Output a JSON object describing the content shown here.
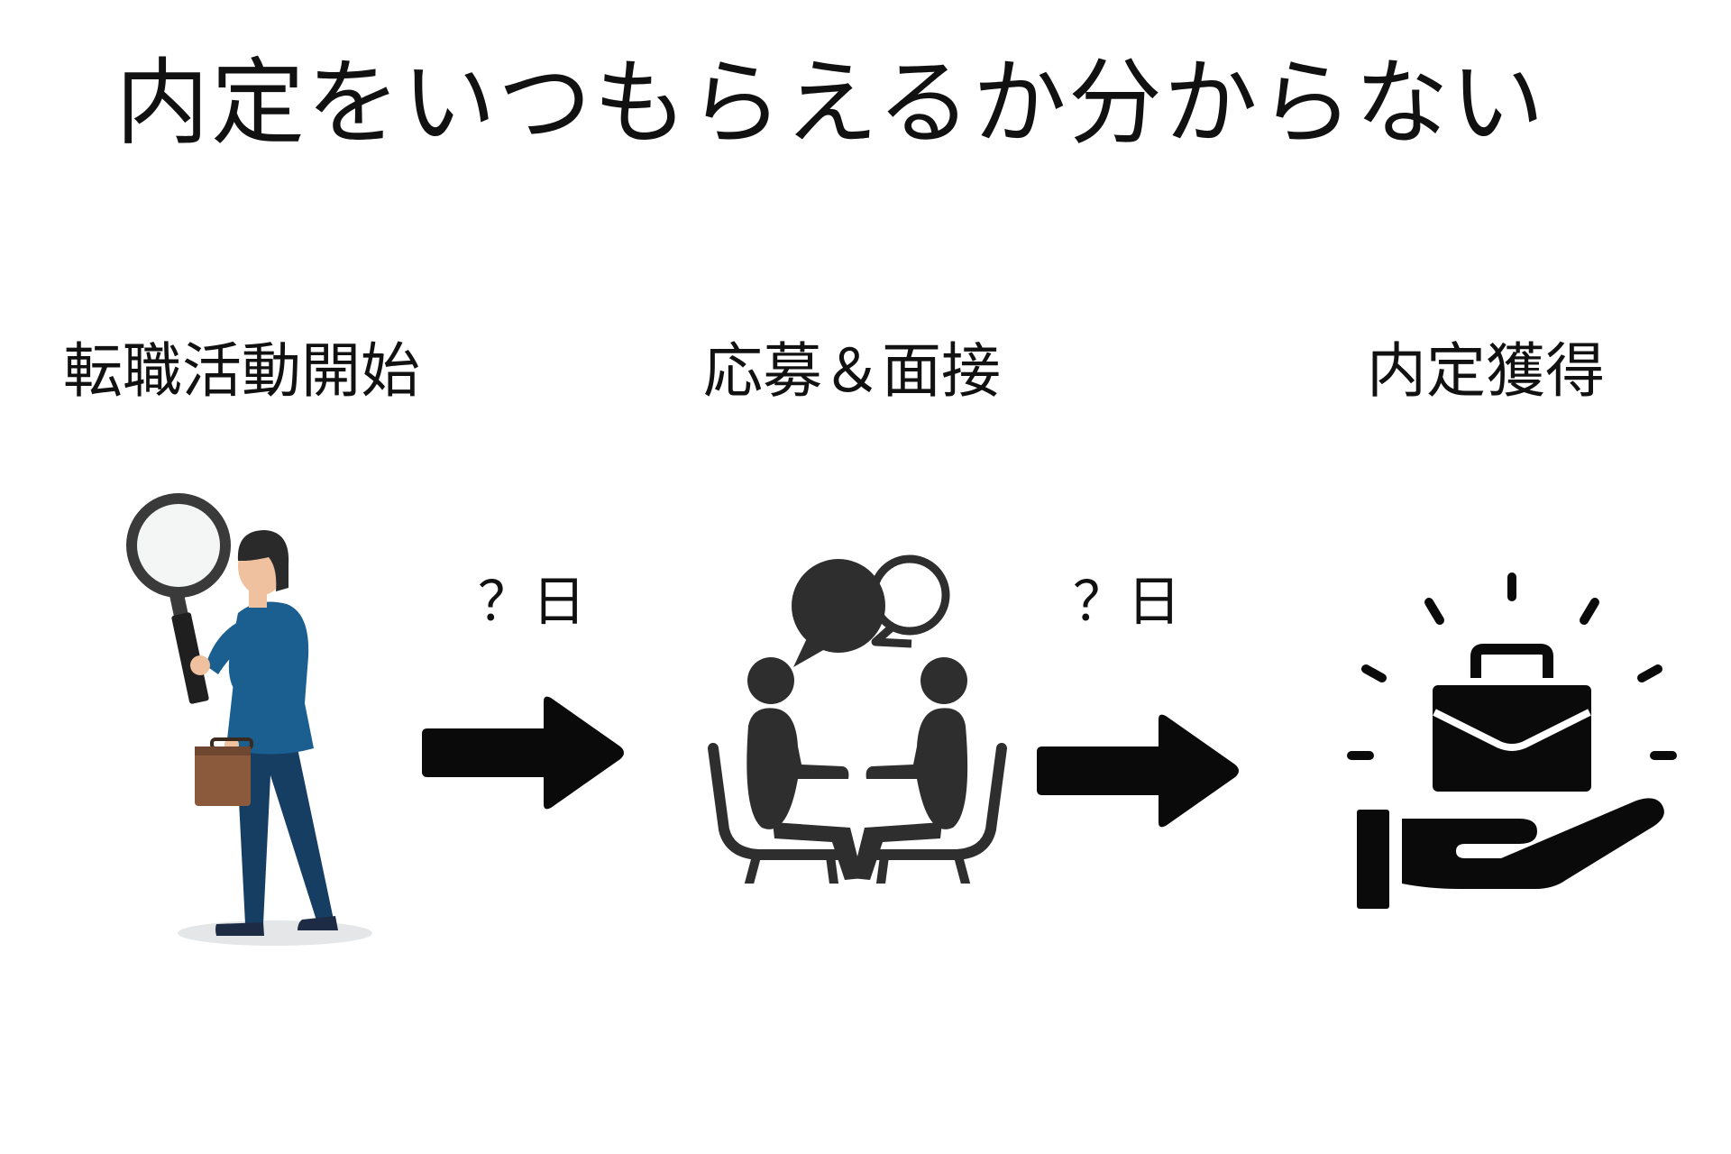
{
  "title": "内定をいつもらえるか分からない",
  "steps": [
    {
      "label": "転職活動開始",
      "icon": "job-seeker-with-magnifier-icon"
    },
    {
      "label": "応募＆面接",
      "icon": "interview-conversation-icon"
    },
    {
      "label": "内定獲得",
      "icon": "briefcase-in-hand-icon"
    }
  ],
  "durations": [
    {
      "text": "？日"
    },
    {
      "text": "？日"
    }
  ],
  "colors": {
    "suit": "#1a5f8f",
    "pants": "#163e63",
    "briefcase": "#8b5a3c",
    "icon_dark": "#2e2e2e",
    "arrow": "#0a0a0a"
  }
}
